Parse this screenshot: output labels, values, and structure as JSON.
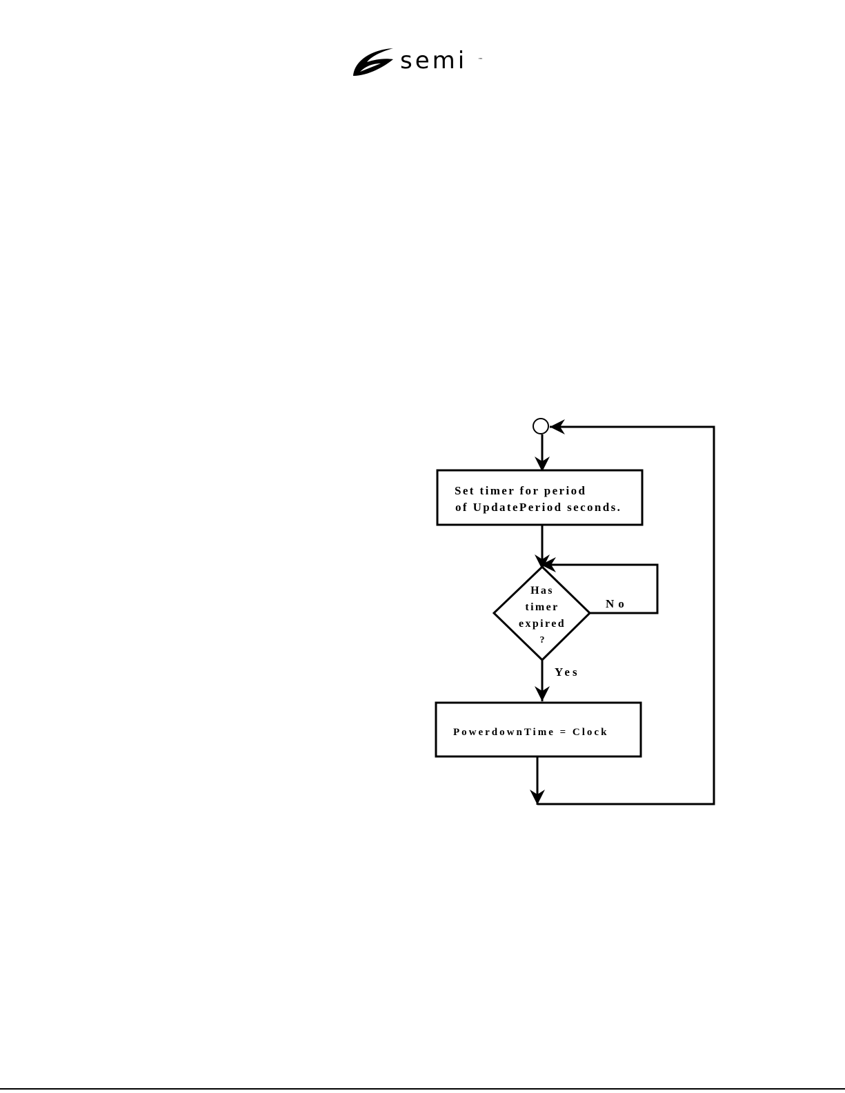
{
  "header": {
    "logo_text": "semi",
    "logo_trademark": "™"
  },
  "flowchart": {
    "process_set_timer": {
      "line1": "Set timer for period",
      "line2": "of UpdatePeriod seconds."
    },
    "decision_timer_expired": {
      "line1": "Has",
      "line2": "timer",
      "line3": "expired",
      "line4": "?"
    },
    "label_no": "No",
    "label_yes": "Yes",
    "process_powerdown": {
      "text": "PowerdownTime = Clock"
    }
  }
}
